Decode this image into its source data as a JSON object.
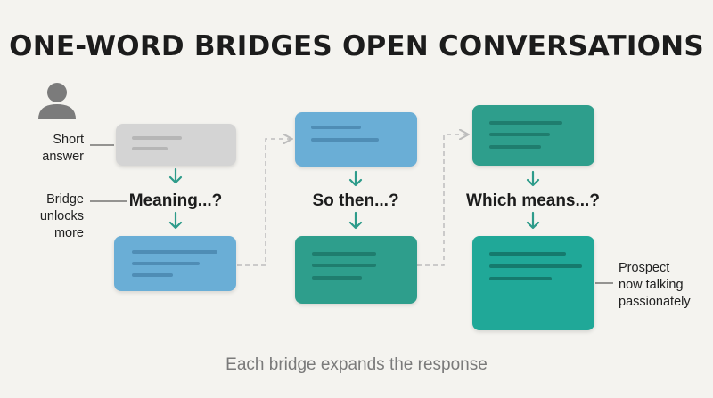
{
  "title": "ONE-WORD BRIDGES OPEN CONVERSATIONS",
  "caption": "Each bridge expands the response",
  "labels": {
    "short_answer": [
      "Short",
      "answer"
    ],
    "bridge_unlocks": [
      "Bridge",
      "unlocks",
      "more"
    ],
    "prospect": [
      "Prospect",
      "now talking",
      "passionately"
    ]
  },
  "bridges": [
    "Meaning...?",
    "So then...?",
    "Which means...?"
  ],
  "colors": {
    "gray_card": "#d4d4d4",
    "blue_card": "#6aaed6",
    "teal_card": "#2e9e8c",
    "teal_bright": "#20a898",
    "arrow": "#2d9b8a",
    "dashed": "#bdbdbd",
    "person_icon": "#7b7b7b"
  },
  "icons": [
    "person-icon",
    "arrow-down-icon",
    "dashed-arrow-icon"
  ]
}
